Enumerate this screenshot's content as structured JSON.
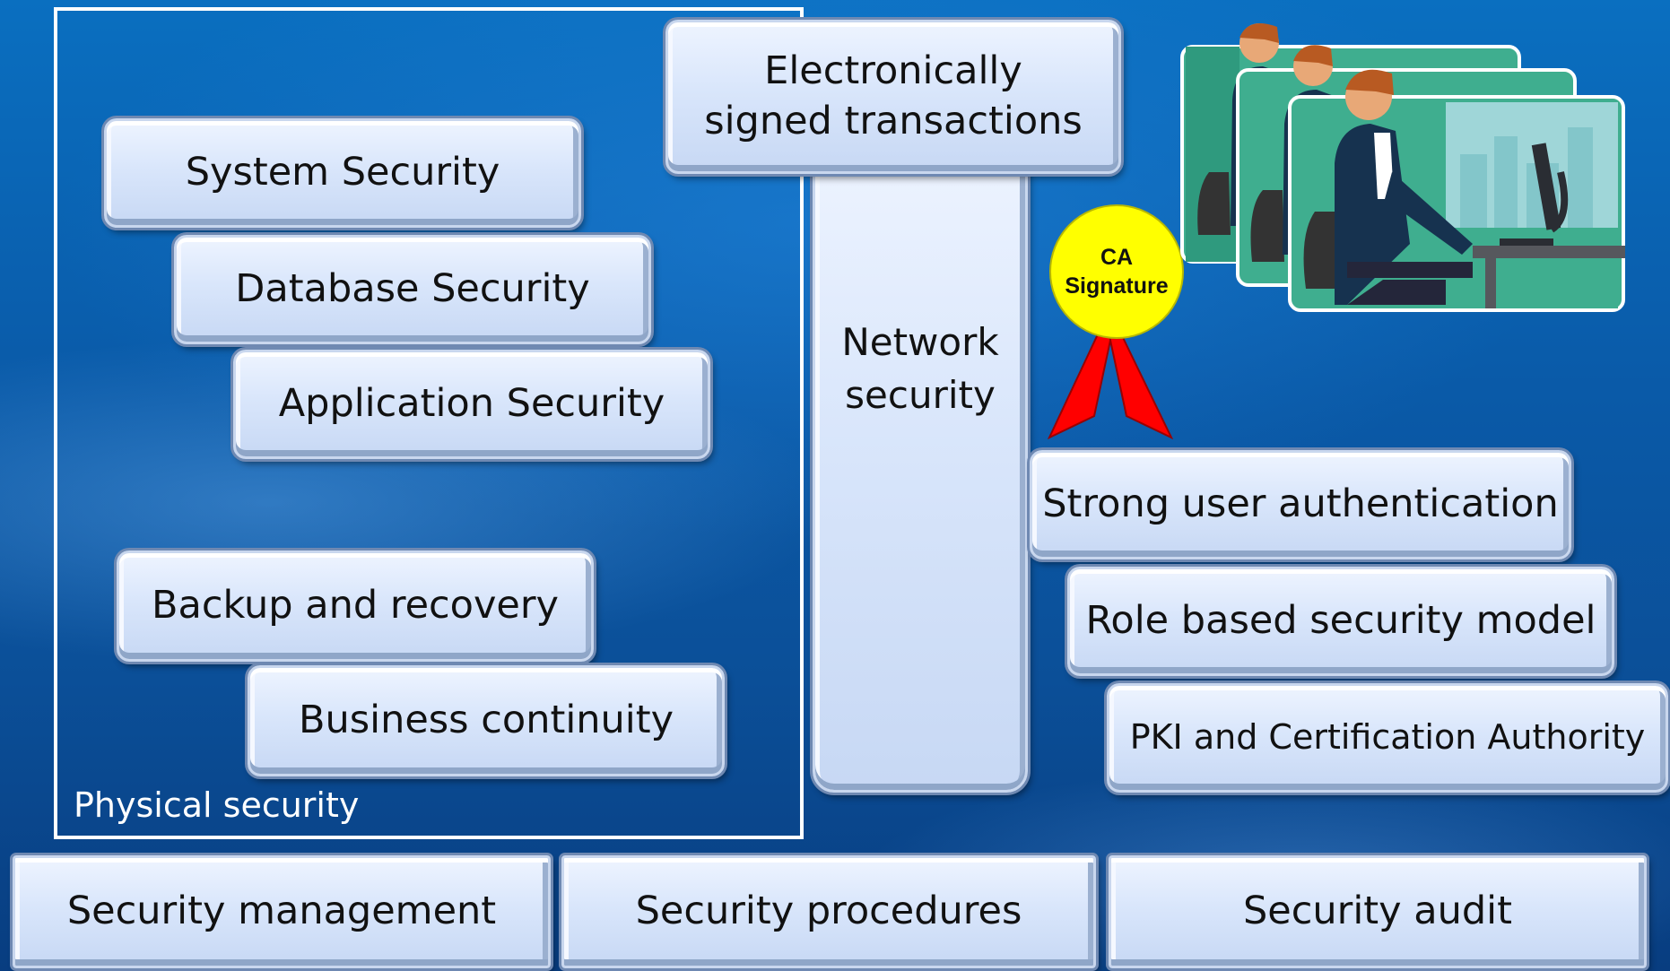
{
  "frame": {
    "label": "Physical security"
  },
  "boxes": {
    "system": "System Security",
    "database": "Database Security",
    "application": "Application Security",
    "backup": "Backup and recovery",
    "continuity": "Business continuity",
    "signed": "Electronically signed transactions",
    "network": "Network security",
    "auth": "Strong user authentication",
    "role": "Role based security model",
    "pki": "PKI and Certification Authority",
    "management": "Security management",
    "procedures": "Security procedures",
    "audit": "Security audit"
  },
  "seal": {
    "line1": "CA",
    "line2": "Signature",
    "color": "#ffff00",
    "ribbon_color": "#ff0000"
  },
  "illustration": {
    "icon": "user-at-computer-icon"
  },
  "colors": {
    "background": "#0a5aa8",
    "box_fill": "#d9e6fb",
    "frame": "#ffffff"
  }
}
